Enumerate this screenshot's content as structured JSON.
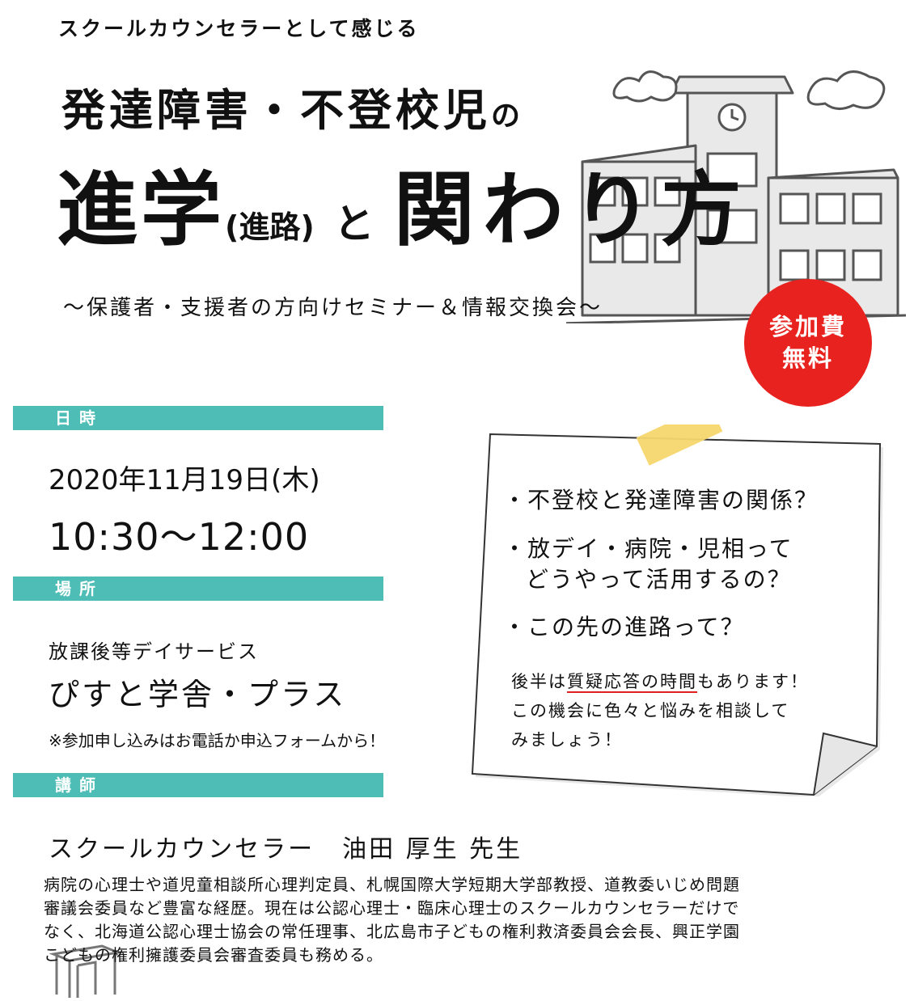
{
  "header": {
    "eyebrow": "スクールカウンセラーとして感じる",
    "title_line1": "発達障害・不登校児",
    "title_line1_suffix": "の",
    "title_big1": "進学",
    "title_paren": "(進路)",
    "title_to": "と",
    "title_big2": "関わり方",
    "subtitle": "～保護者・支援者の方向けセミナー＆情報交換会～"
  },
  "badge": {
    "line1": "参加費",
    "line2": "無料",
    "color": "#e8231f"
  },
  "sections": {
    "datetime": {
      "heading": "日時",
      "date": "2020年11月19日(木)",
      "time": "10:30～12:00"
    },
    "venue": {
      "heading": "場所",
      "subtitle": "放課後等デイサービス",
      "name": "ぴすと学舎・プラス",
      "note": "※参加申し込みはお電話か申込フォームから！"
    },
    "lecturer": {
      "heading": "講師",
      "role": "スクールカウンセラー",
      "name": "油田 厚生 先生",
      "bio": [
        "病院の心理士や道児童相談所心理判定員、札幌国際大学短期大学部教授、道教委いじめ問題",
        "審議会委員など豊富な経歴。現在は公認心理士・臨床心理士のスクールカウンセラーだけで",
        "なく、北海道公認心理士協会の常任理事、北広島市子どもの権利救済委員会会長、興正学園",
        "こどもの権利擁護委員会審査委員も務める。"
      ]
    }
  },
  "memo": {
    "items": [
      {
        "line1": "・不登校と発達障害の関係？"
      },
      {
        "line1": "・放デイ・病院・児相って",
        "line2": "どうやって活用するの？"
      },
      {
        "line1": "・この先の進路って？"
      }
    ],
    "note_prefix": "後半は",
    "note_highlight": "質疑応答の時間",
    "note_suffix": "もあります！",
    "note_line2": "この機会に色々と悩みを相談して",
    "note_line3": "みましょう！"
  },
  "colors": {
    "accent": "#4ebdb6",
    "tape": "#f5d76e"
  }
}
